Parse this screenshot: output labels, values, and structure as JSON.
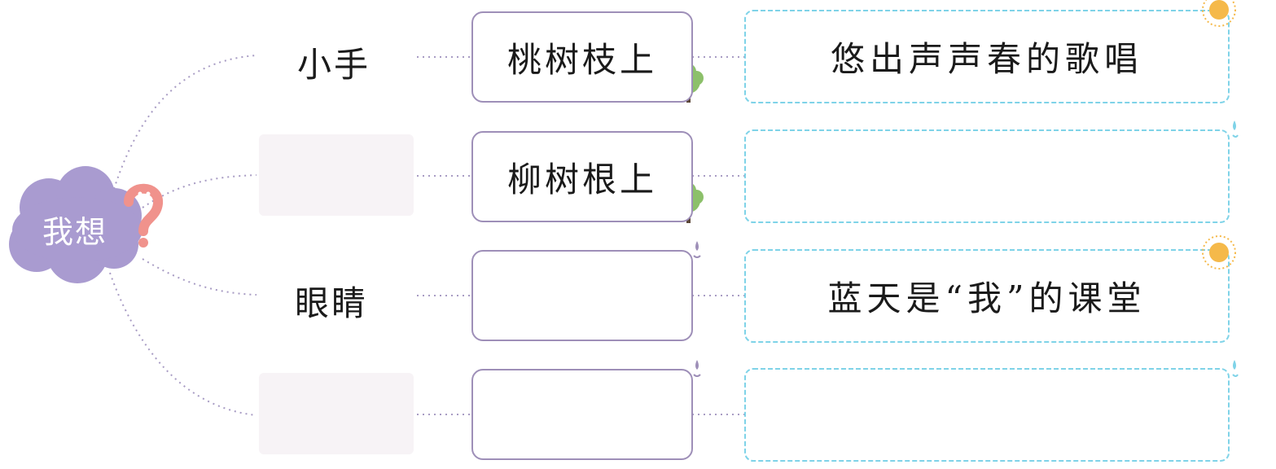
{
  "center": {
    "label": "我想"
  },
  "rows": [
    {
      "part": "小手",
      "place": "桃树枝上",
      "action": "悠出声声春的歌唱"
    },
    {
      "part": "",
      "place": "柳树根上",
      "action": ""
    },
    {
      "part": "眼睛",
      "place": "",
      "action": "蓝天是“我”的课堂"
    },
    {
      "part": "",
      "place": "",
      "action": ""
    }
  ],
  "colors": {
    "cloud": "#a99bd0",
    "question_mark": "#f0928c",
    "box_border": "#9e8fb8",
    "wavy_border": "#7fd3e8",
    "dotted_line": "#a89cc4",
    "tree_leaves": "#8cc06a",
    "sun": "#f5b94a"
  }
}
